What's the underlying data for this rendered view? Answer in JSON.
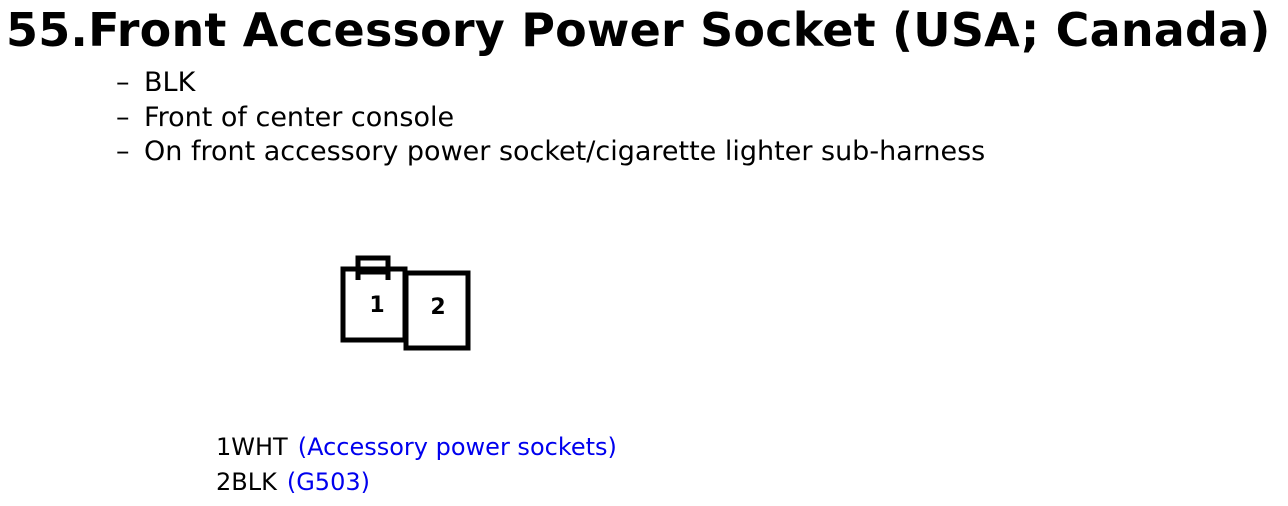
{
  "title": "55.Front Accessory Power Socket (USA; Canada)",
  "details": [
    {
      "dash": "–",
      "text": "BLK"
    },
    {
      "dash": "–",
      "text": "Front of center console"
    },
    {
      "dash": "–",
      "text": "On front accessory power socket/cigarette lighter sub-harness"
    }
  ],
  "connector": {
    "pins": [
      {
        "label": "1"
      },
      {
        "label": "2"
      }
    ]
  },
  "pinout": [
    {
      "pin_wire": "1WHT",
      "description": "(Accessory power sockets)"
    },
    {
      "pin_wire": "2BLK",
      "description": "(G503)"
    }
  ],
  "colors": {
    "text": "#000000",
    "link": "#0000ee"
  }
}
